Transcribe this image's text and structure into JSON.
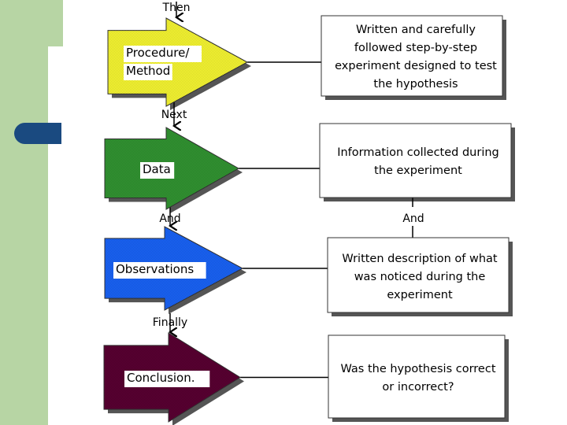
{
  "steps": [
    {
      "connector": "Then",
      "label_lines": [
        "Procedure/",
        "Method"
      ],
      "color": "#ffff33",
      "description_lines": [
        "Written and carefully",
        "followed step-by-step",
        "experiment designed to test",
        "the hypothesis"
      ]
    },
    {
      "connector": "Next",
      "label_lines": [
        "Data"
      ],
      "color": "#339933",
      "description_lines": [
        "Information collected during",
        "the experiment"
      ]
    },
    {
      "connector": "And",
      "label_lines": [
        "Observations"
      ],
      "color": "#1a66ff",
      "description_lines": [
        "Written description of what",
        "was noticed during the",
        "experiment"
      ]
    },
    {
      "connector": "Finally",
      "label_lines": [
        "Conclusion."
      ],
      "color": "#5c0033",
      "description_lines": [
        "Was the hypothesis correct",
        "or incorrect?"
      ]
    }
  ],
  "between_boxes_label": "And",
  "colors": {
    "sidebar": "#b7d5a4",
    "bullet": "#1a4a80",
    "shadow": "#555555"
  }
}
